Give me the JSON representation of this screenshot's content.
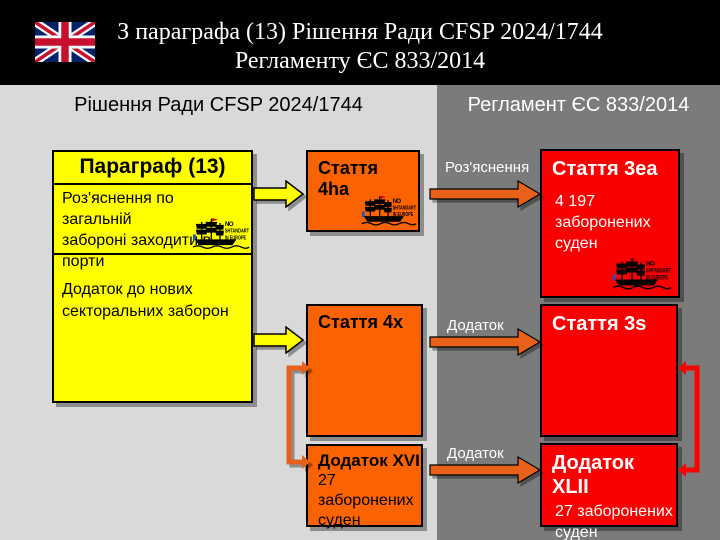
{
  "header": {
    "title": "З параграфа (13) Рішення Ради CFSP 2024/1744\nРегламенту ЄС 833/2014",
    "flag": "uk-flag"
  },
  "columns": {
    "left_heading": "Рішення Ради CFSP 2024/1744",
    "right_heading": "Регламент ЄС 833/2014"
  },
  "decision": {
    "paragraph_box": {
      "title": "Параграф (13)",
      "section1": "Роз'яснення по загальній\nзабороні заходити в\nпорти",
      "section2": "Додаток до нових\nсекторальних заборон"
    },
    "article_4ha": {
      "title": "Стаття\n4ha"
    },
    "article_4x": {
      "title": "Стаття 4x"
    },
    "annex_xvi": {
      "title": "Додаток XVI",
      "body": "27\nзаборонених\nсуден"
    }
  },
  "regulation": {
    "article_3ea": {
      "title": "Стаття 3ea",
      "body": "4 197\nзаборонених\nсуден"
    },
    "article_3s": {
      "title": "Стаття 3s"
    },
    "annex_xlii": {
      "title": "Додаток XLII",
      "body": "27 заборонених\nсуден"
    }
  },
  "arrow_labels": {
    "clarification": "Роз'яснення",
    "annex_1": "Додаток",
    "annex_2": "Додаток"
  },
  "logo": {
    "line1": "NO",
    "line2": "SHTANDART",
    "line3": "IN EUROPE"
  },
  "colors": {
    "header_bg": "#000000",
    "left_column_bg": "#d9d9d9",
    "right_column_bg": "#7b7b7b",
    "paragraph_box": "#ffff00",
    "decision_boxes": "#fb6300",
    "regulation_boxes": "#fb0000",
    "orange_arrow": "#e8611b",
    "red_connector": "#ff0000",
    "yellow_arrow": "#ffff00"
  }
}
